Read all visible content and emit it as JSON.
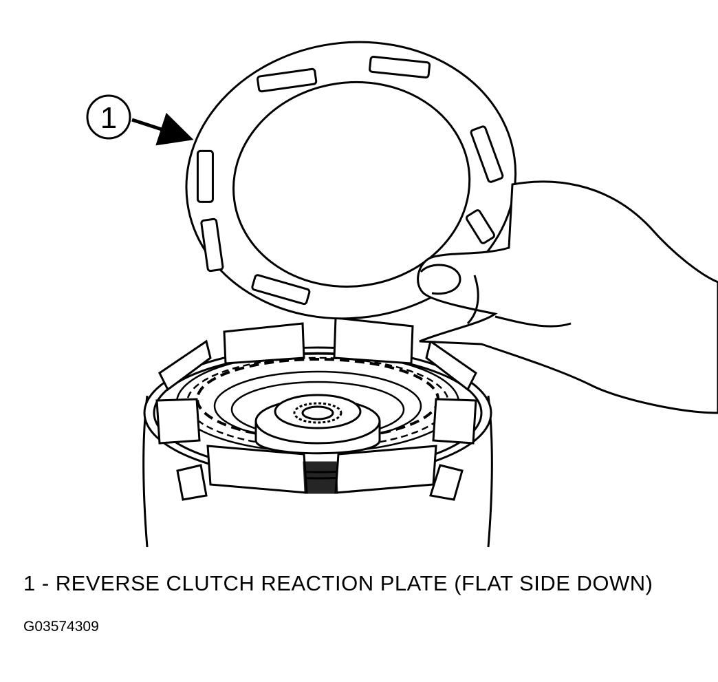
{
  "callout": {
    "number": "1"
  },
  "caption": "1 - REVERSE CLUTCH REACTION PLATE (FLAT SIDE DOWN)",
  "figure_id": "G03574309"
}
